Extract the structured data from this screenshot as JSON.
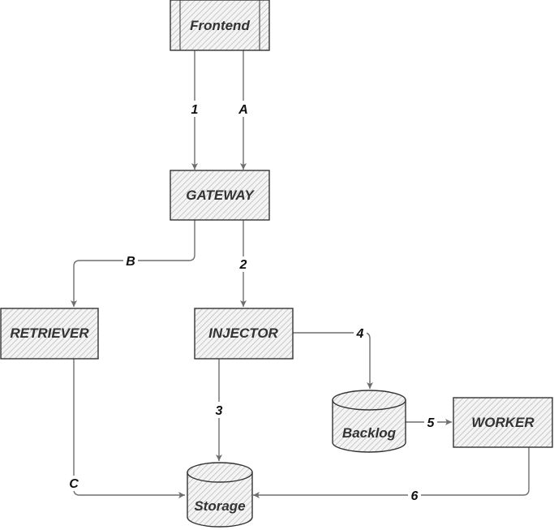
{
  "nodes": {
    "frontend": "Frontend",
    "gateway": "GATEWAY",
    "retriever": "RETRIEVER",
    "injector": "INJECTOR",
    "backlog": "Backlog",
    "worker": "WORKER",
    "storage": "Storage"
  },
  "edges": {
    "frontend_gateway_1": "1",
    "frontend_gateway_a": "A",
    "gateway_retriever": "B",
    "gateway_injector": "2",
    "injector_storage": "3",
    "injector_backlog": "4",
    "backlog_worker": "5",
    "worker_storage": "6",
    "retriever_storage": "C"
  },
  "colors": {
    "stroke": "#333333",
    "hatch": "#c8c8c8",
    "wire": "#6e6e6e"
  }
}
